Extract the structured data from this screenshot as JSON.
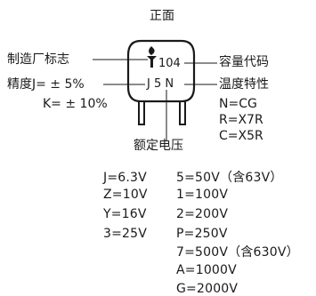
{
  "title": "正面",
  "left_labels": {
    "manufacturer_mark": "制造厂标志",
    "tolerance_j": "精度J= ± 5%",
    "tolerance_k": "K= ± 10%"
  },
  "right_labels": {
    "capacity_code": "容量代码",
    "temp_characteristic": "温度特性",
    "temp_codes": [
      "N=CG",
      "R=X7R",
      "C=X5R"
    ]
  },
  "bottom_label": "额定电压",
  "capacitor_markings": {
    "line1": "104",
    "line2": "J 5 N"
  },
  "voltage_codes_left": [
    "J=6.3V",
    "Z=10V",
    "Y=16V",
    "3=25V"
  ],
  "voltage_codes_right": [
    "5=50V（含63V）",
    "1=100V",
    "2=200V",
    "P=250V",
    "7=500V（含630V）",
    "A=1000V",
    "G=2000V"
  ]
}
